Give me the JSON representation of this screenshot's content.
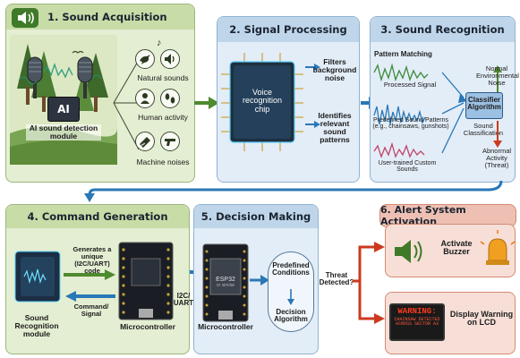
{
  "panels": {
    "acquisition": {
      "title": "1. Sound Acquisition",
      "module_label": "AI sound detection module",
      "ai_chip": "AI",
      "natural": "Natural sounds",
      "human": "Human activity",
      "machine": "Machine noises"
    },
    "processing": {
      "title": "2. Signal Processing",
      "chip": "Voice recognition chip",
      "filters": "Filters background noise",
      "identifies": "Identifies relevant sound patterns"
    },
    "recognition": {
      "title": "3. Sound Recognition",
      "pattern_matching": "Pattern Matching",
      "processed": "Processed Signal",
      "predefined": "Predefined Sound Patterns (e.g., chainsaws, gunshots)",
      "user_trained": "User-trained Custom Sounds",
      "classifier": "Classifier Algorithm",
      "classification": "Sound Classification",
      "normal": "Normal Environmental Noise",
      "abnormal": "Abnormal Activity (Threat)"
    },
    "command": {
      "title": "4. Command Generation",
      "generates": "Generates a unique (I2C/UART) code",
      "command_signal": "Command/ Signal",
      "module": "Sound Recognition module",
      "micro": "Microcontroller"
    },
    "decision": {
      "title": "5. Decision Making",
      "i2c": "I2C/ UART",
      "micro": "Microcontroller",
      "esp": "ESP32",
      "esp_sub": "or similar",
      "conditions": "Predefined Conditions",
      "algorithm": "Decision Algorithm",
      "threat": "Threat Detected?"
    },
    "alert": {
      "title": "6. Alert System Activation",
      "buzzer": "Activate Buzzer",
      "lcd": "Display Warning on LCD",
      "lcd_warning": "WARNING:",
      "lcd_detail": "CHAINSAW DETECTED ACROSS SECTOR A3"
    }
  },
  "icons": [
    "speaker-icon",
    "bird-icon",
    "footprints-icon",
    "saw-icon",
    "gun-icon",
    "music-note-icon",
    "person-icon",
    "microphone-icon",
    "buzzer-icon",
    "lcd-icon"
  ],
  "colors": {
    "green_bg": "#e4eed2",
    "green_hdr": "#c8dca8",
    "blue_bg": "#e3edf7",
    "blue_hdr": "#bfd6ea",
    "red_bg": "#f7dfd8",
    "red_hdr": "#eec0b4",
    "arrow_blue": "#2a78b7",
    "arrow_green": "#4e8a2e",
    "arrow_red": "#cc3a1e"
  }
}
